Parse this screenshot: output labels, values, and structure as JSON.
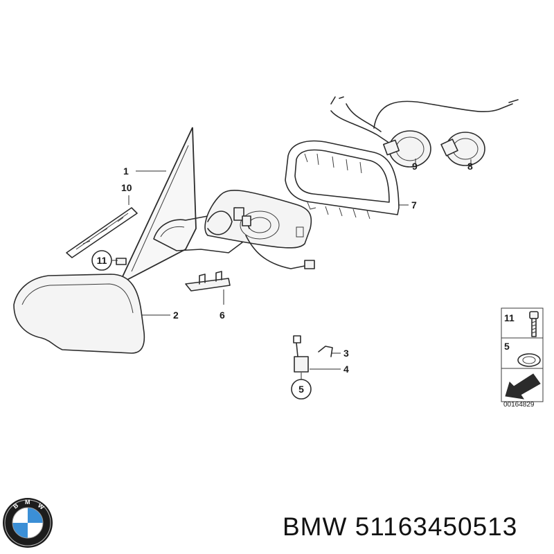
{
  "callouts": {
    "c1": "1",
    "c2": "2",
    "c3": "3",
    "c4": "4",
    "c5": "5",
    "c6": "6",
    "c7": "7",
    "c8": "8",
    "c9": "9",
    "c10": "10",
    "c11": "11"
  },
  "legend": {
    "item_11": "11",
    "item_5": "5",
    "diagram_id": "00164829"
  },
  "caption": {
    "brand": "BMW",
    "part_number": "51163450513"
  },
  "logo": {
    "lettering": "BMW"
  },
  "colors": {
    "logo_blue": "#3b8fd6",
    "logo_ring": "#1c1c1c",
    "line": "#2b2b2b"
  }
}
